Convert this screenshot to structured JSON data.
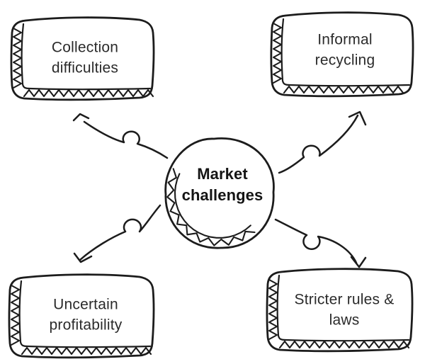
{
  "diagram": {
    "center": {
      "id": "market-challenges",
      "label": "Market challenges"
    },
    "nodes": [
      {
        "id": "collection-difficulties",
        "label": "Collection difficulties",
        "position": "top-left"
      },
      {
        "id": "informal-recycling",
        "label": "Informal recycling",
        "position": "top-right"
      },
      {
        "id": "uncertain-profitability",
        "label": "Uncertain profitability",
        "position": "bottom-left"
      },
      {
        "id": "stricter-rules-laws",
        "label": "Stricter rules & laws",
        "position": "bottom-right"
      }
    ],
    "colors": {
      "ink": "#1c1c1c",
      "background": "#ffffff",
      "text": "#2b2b2b"
    }
  }
}
